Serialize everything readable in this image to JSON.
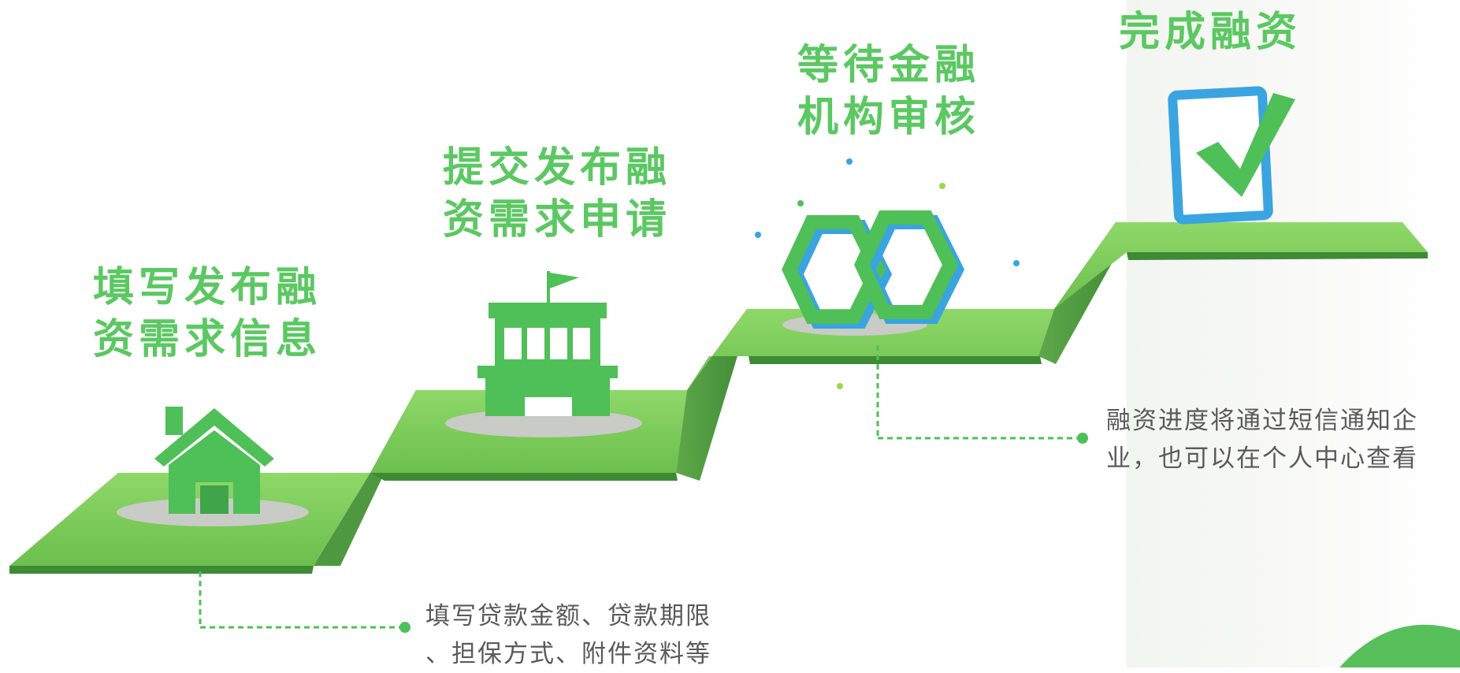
{
  "steps": [
    {
      "title_line1": "填写发布融",
      "title_line2": "资需求信息"
    },
    {
      "title_line1": "提交发布融",
      "title_line2": "资需求申请"
    },
    {
      "title_line1": "等待金融",
      "title_line2": "机构审核"
    },
    {
      "title_line1": "完成融资"
    }
  ],
  "notes": [
    {
      "line1": "填写贷款金额、贷款期限",
      "line2": "、担保方式、附件资料等"
    },
    {
      "line1": "融资进度将通过短信通知企",
      "line2": "业，也可以在个人中心查看"
    }
  ],
  "colors": {
    "accent": "#5bc862",
    "platform_top": "#7fcf5e",
    "platform_side": "#4f9a40",
    "icon_green": "#4fbf58",
    "icon_blue": "#3aa4e0",
    "note_text": "#5a5a5a"
  },
  "icons": [
    "house-icon",
    "building-icon",
    "linked-hexagons-icon",
    "checkbox-check-icon"
  ]
}
